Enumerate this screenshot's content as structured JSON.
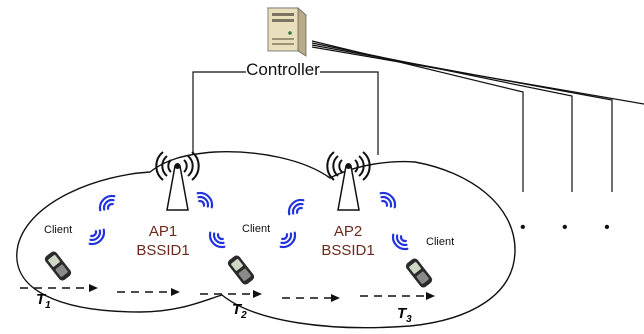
{
  "controller": {
    "label": "Controller",
    "icon": "server-icon"
  },
  "access_points": [
    {
      "name": "AP1",
      "bssid": "BSSID1"
    },
    {
      "name": "AP2",
      "bssid": "BSSID1"
    }
  ],
  "clients": [
    {
      "label": "Client"
    },
    {
      "label": "Client"
    },
    {
      "label": "Client"
    }
  ],
  "times": [
    {
      "main": "T",
      "sub": "1"
    },
    {
      "main": "T",
      "sub": "2"
    },
    {
      "main": "T",
      "sub": "3"
    }
  ],
  "ellipsis": "• • • •",
  "colors": {
    "ap_text": "#6b2a1e",
    "signal": "#2233dd",
    "line": "#111111"
  }
}
